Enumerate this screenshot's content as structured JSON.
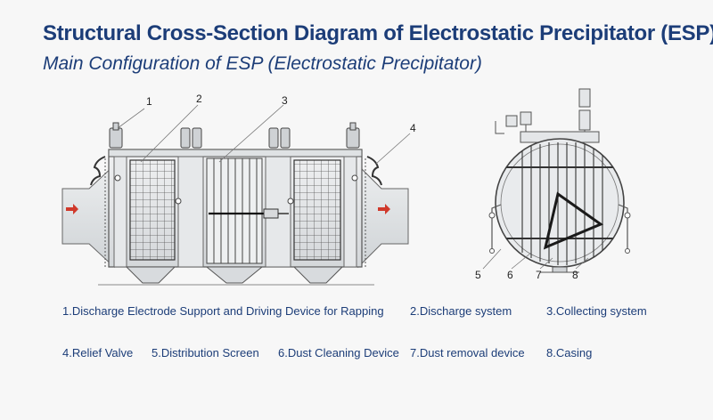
{
  "title": "Structural Cross-Section Diagram of Electrostatic Precipitator (ESP)",
  "subtitle": "Main Configuration of ESP (Electrostatic Precipitator)",
  "callouts": [
    "1",
    "2",
    "3",
    "4",
    "5",
    "6",
    "7",
    "8"
  ],
  "legend": [
    "1.Discharge Electrode Support and Driving Device for Rapping",
    "2.Discharge system",
    "3.Collecting system",
    "4.Relief Valve",
    "5.Distribution Screen",
    "6.Dust Cleaning Device",
    "7.Dust removal device",
    "8.Casing"
  ],
  "colors": {
    "title": "#1c3d78",
    "flow_arrow": "#d0392b"
  }
}
